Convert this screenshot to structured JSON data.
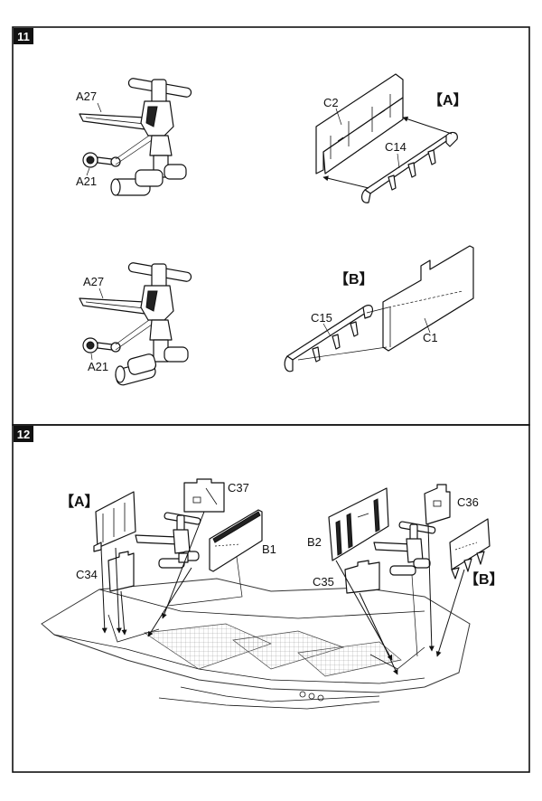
{
  "steps": [
    {
      "number": "11"
    },
    {
      "number": "12"
    }
  ],
  "step11": {
    "group_a": {
      "bracket": "【A】",
      "parts": [
        "C2",
        "C14"
      ]
    },
    "group_b": {
      "bracket": "【B】",
      "parts": [
        "C15",
        "C1"
      ]
    },
    "assembly_top": {
      "parts": [
        "A27",
        "A21"
      ]
    },
    "assembly_bottom": {
      "parts": [
        "A27",
        "A21"
      ]
    }
  },
  "step12": {
    "left_bracket": "【A】",
    "right_bracket": "【B】",
    "parts": {
      "c37": "C37",
      "b1": "B1",
      "c34": "C34",
      "c36": "C36",
      "b2": "B2",
      "c35": "C35"
    }
  }
}
